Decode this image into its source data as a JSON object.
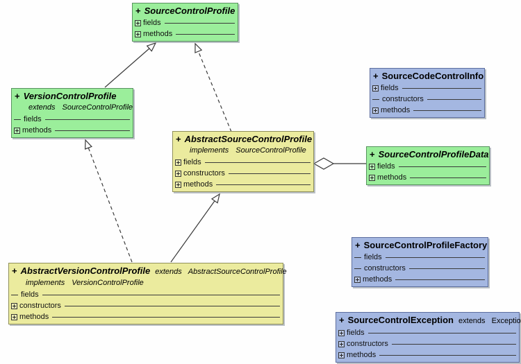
{
  "colors": {
    "interface_green": "#9bee9b",
    "abstract_yellow": "#ebeb9e",
    "class_blue": "#a4b7e1",
    "background": "#fefefe",
    "connector_line": "#3a3a3a"
  },
  "classes": [
    {
      "plus": "+",
      "name": "SourceControlProfile",
      "kind": "interface",
      "color": "green",
      "rows": [
        {
          "label": "fields",
          "expander": true
        },
        {
          "label": "methods",
          "expander": true
        }
      ]
    },
    {
      "plus": "+",
      "name": "VersionControlProfile",
      "kind": "interface",
      "color": "green",
      "subtitle": {
        "kw": "extends",
        "type": "SourceControlProfile"
      },
      "rows": [
        {
          "label": "fields",
          "expander": false
        },
        {
          "label": "methods",
          "expander": true
        }
      ]
    },
    {
      "plus": "+",
      "name": "AbstractSourceControlProfile",
      "kind": "abstract-class",
      "color": "yellow",
      "subtitle": {
        "kw": "implements",
        "type": "SourceControlProfile"
      },
      "rows": [
        {
          "label": "fields",
          "expander": true
        },
        {
          "label": "constructors",
          "expander": true
        },
        {
          "label": "methods",
          "expander": true
        }
      ]
    },
    {
      "plus": "+",
      "name": "SourceCodeControlInfo",
      "kind": "class",
      "color": "blue",
      "rows": [
        {
          "label": "fields",
          "expander": true
        },
        {
          "label": "constructors",
          "expander": false
        },
        {
          "label": "methods",
          "expander": true
        }
      ]
    },
    {
      "plus": "+",
      "name": "SourceControlProfileData",
      "kind": "interface",
      "color": "green",
      "rows": [
        {
          "label": "fields",
          "expander": true
        },
        {
          "label": "methods",
          "expander": true
        }
      ]
    },
    {
      "plus": "+",
      "name": "AbstractVersionControlProfile",
      "kind": "abstract-class",
      "color": "yellow",
      "inline": {
        "kw": "extends",
        "type": "AbstractSourceControlProfile"
      },
      "subtitle": {
        "kw": "implements",
        "type": "VersionControlProfile"
      },
      "rows": [
        {
          "label": "fields",
          "expander": false
        },
        {
          "label": "constructors",
          "expander": true
        },
        {
          "label": "methods",
          "expander": true
        }
      ]
    },
    {
      "plus": "+",
      "name": "SourceControlProfileFactory",
      "kind": "class",
      "color": "blue",
      "rows": [
        {
          "label": "fields",
          "expander": false
        },
        {
          "label": "constructors",
          "expander": false
        },
        {
          "label": "methods",
          "expander": true
        }
      ]
    },
    {
      "plus": "+",
      "name": "SourceControlException",
      "kind": "class",
      "color": "blue",
      "inline": {
        "kw": "extends",
        "type": "Exception"
      },
      "rows": [
        {
          "label": "fields",
          "expander": true
        },
        {
          "label": "constructors",
          "expander": true
        },
        {
          "label": "methods",
          "expander": true
        }
      ]
    }
  ],
  "relations": [
    {
      "from": "VersionControlProfile",
      "to": "SourceControlProfile",
      "type": "generalization",
      "style": "solid-hollow-triangle"
    },
    {
      "from": "AbstractSourceControlProfile",
      "to": "SourceControlProfile",
      "type": "realization",
      "style": "dashed-hollow-triangle"
    },
    {
      "from": "AbstractVersionControlProfile",
      "to": "VersionControlProfile",
      "type": "realization",
      "style": "dashed-hollow-triangle"
    },
    {
      "from": "AbstractVersionControlProfile",
      "to": "AbstractSourceControlProfile",
      "type": "generalization",
      "style": "solid-hollow-triangle"
    },
    {
      "from": "AbstractSourceControlProfile",
      "to": "SourceControlProfileData",
      "type": "aggregation",
      "style": "solid-hollow-diamond"
    }
  ]
}
